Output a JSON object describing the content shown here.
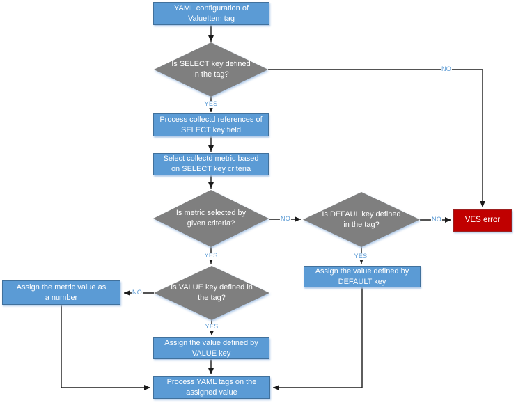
{
  "nodes": {
    "yaml_config": "YAML configuration of ValueItem tag",
    "select_key_decision": "Is SELECT key defined in the tag?",
    "process_references": "Process collectd references of SELECT key field",
    "select_metric": "Select collectd metric based on SELECT key criteria",
    "metric_selected_decision": "Is metric selected by given criteria?",
    "default_key_decision": "Is DEFAUL key defined in the tag?",
    "ves_error": "VES error",
    "assign_default": "Assign the value defined by DEFAULT key",
    "value_key_decision": "Is VALUE key defined in the tag?",
    "assign_metric_number": "Assign the metric value as a number",
    "assign_value_key": "Assign the value defined by VALUE key",
    "process_yaml_tags": "Process YAML tags on the assigned value"
  },
  "edges": {
    "select_yes": "YES",
    "select_no": "NO",
    "metric_yes": "YES",
    "metric_no": "NO",
    "default_yes": "YES",
    "default_no": "NO",
    "value_yes": "YES",
    "value_no": "NO"
  },
  "colors": {
    "process_fill": "#5B9BD5",
    "process_border": "#41719C",
    "decision_fill": "#7F7F7F",
    "error_fill": "#C00000",
    "edge_label": "#5B9BD5",
    "connector": "#1A1A1A",
    "shadow": "#A4C2E5"
  }
}
